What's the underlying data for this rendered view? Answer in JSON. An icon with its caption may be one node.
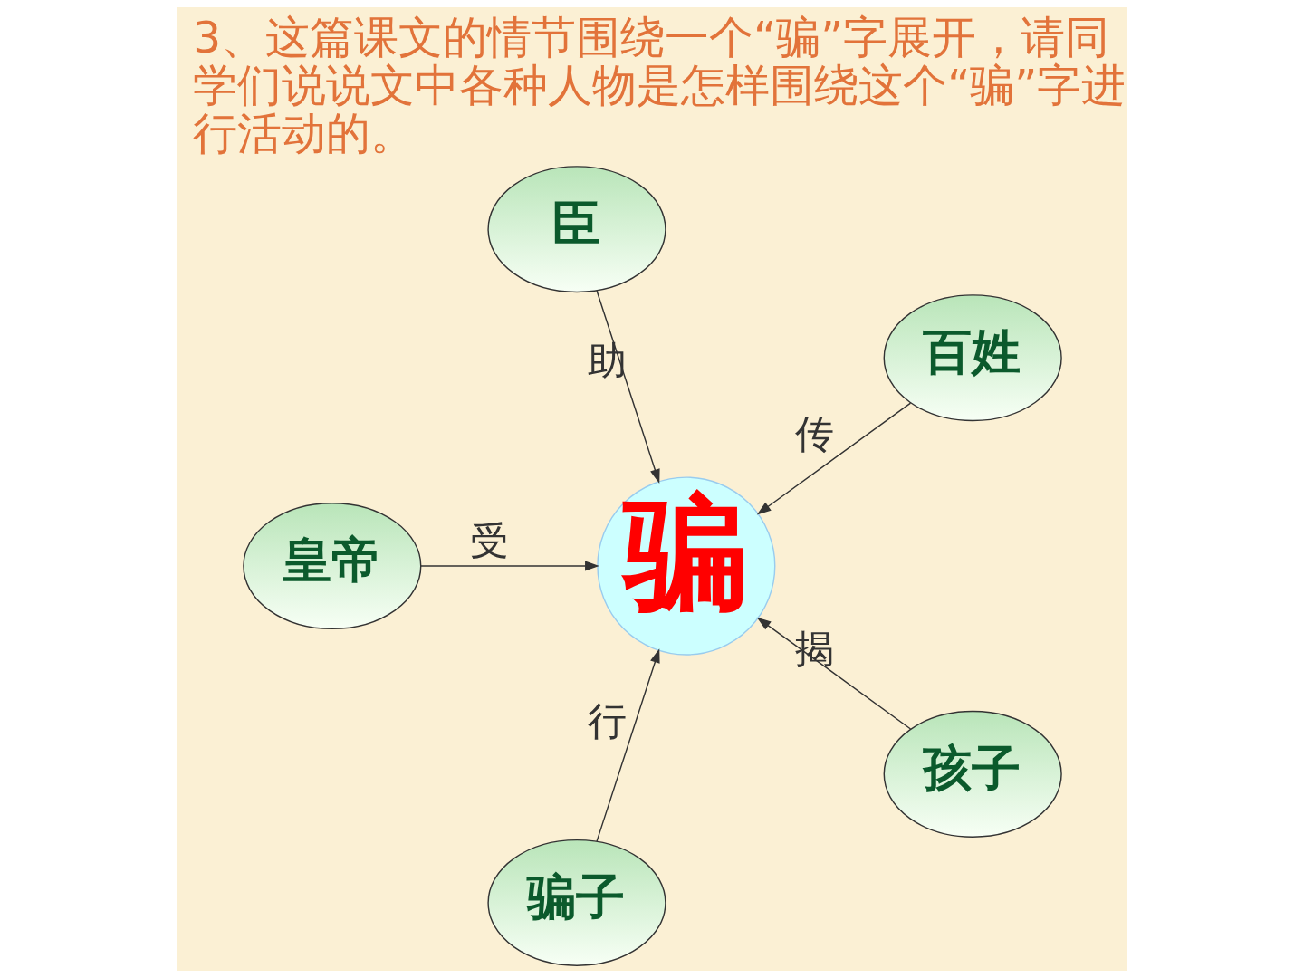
{
  "diagram": {
    "title": "3、这篇课文的情节围绕一个“骗”字展开，请同学们说说文中各种人物是怎样围绕这个“骗”字进行活动的。",
    "nodes": [
      {
        "text": [
          "臣"
        ]
      },
      {
        "text": [
          "皇帝"
        ]
      },
      {
        "text": [
          "骗"
        ]
      },
      {
        "text": [
          "百姓"
        ]
      },
      {
        "text": [
          "骗子"
        ]
      },
      {
        "text": [
          "孩子"
        ]
      }
    ],
    "edges": [
      {
        "from": 0,
        "to": 2,
        "arrow": "to",
        "label": "助"
      },
      {
        "from": 1,
        "to": 2,
        "arrow": "to",
        "label": "受"
      },
      {
        "from": 3,
        "to": 2,
        "arrow": "to",
        "label": "传"
      },
      {
        "from": 4,
        "to": 2,
        "arrow": "to",
        "label": "行"
      },
      {
        "from": 5,
        "to": 2,
        "arrow": "to",
        "label": "揭"
      }
    ]
  }
}
